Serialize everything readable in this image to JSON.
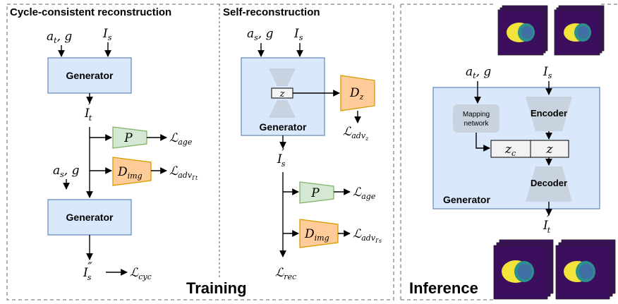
{
  "training": {
    "title": "Training",
    "cycle": {
      "title": "Cycle-consistent reconstruction",
      "input_ag": "a",
      "input_ag_sub": "t",
      "input_ag_tail": ", g",
      "input_is": "I",
      "input_is_sub": "s",
      "generator1": "Generator",
      "it_prime": "I",
      "it_prime_sub": "t",
      "it_prime_mark": "′",
      "p": "P",
      "l_age": "ℒ",
      "l_age_sub": "age",
      "as_g": "a",
      "as_g_sub": "s",
      "as_g_tail": ", g",
      "d_img": "D",
      "d_img_sub": "img",
      "l_adv": "ℒ",
      "l_adv_sub": "adv",
      "l_adv_subsub": "I′t",
      "generator2": "Generator",
      "is_dprime": "I",
      "is_dprime_sub": "s",
      "is_dprime_mark": "″",
      "l_cyc": "ℒ",
      "l_cyc_sub": "cyc"
    },
    "self": {
      "title": "Self-reconstruction",
      "input_ag": "a",
      "input_ag_sub": "s",
      "input_ag_tail": ", g",
      "input_is": "I",
      "input_is_sub": "s",
      "z": "z",
      "generator": "Generator",
      "d_z": "D",
      "d_z_sub": "z",
      "l_advz": "ℒ",
      "l_advz_sub": "adv",
      "l_advz_subsub": "z",
      "is_prime": "I",
      "is_prime_sub": "s",
      "is_prime_mark": "′",
      "p": "P",
      "l_age": "ℒ",
      "l_age_sub": "age",
      "d_img": "D",
      "d_img_sub": "img",
      "l_adv": "ℒ",
      "l_adv_sub": "adv",
      "l_adv_subsub": "I′s",
      "l_rec": "ℒ",
      "l_rec_sub": "rec"
    }
  },
  "inference": {
    "title": "Inference",
    "input_ag": "a",
    "input_ag_sub": "t",
    "input_ag_tail": ", g",
    "input_is": "I",
    "input_is_sub": "s",
    "mapping_line1": "Mapping",
    "mapping_line2": "network",
    "encoder": "Encoder",
    "zc": "z",
    "zc_sub": "c",
    "z": "z",
    "decoder": "Decoder",
    "generator": "Generator",
    "output": "I",
    "output_sub": "t",
    "output_mark": "′"
  },
  "colors": {
    "generator_fill": "#dae8fc",
    "generator_stroke": "#6c8ebf",
    "green_fill": "#d5e8d4",
    "green_stroke": "#82b366",
    "orange_fill": "#ffcc99",
    "orange_stroke": "#d79b00",
    "gray_fill": "#c9d3e0",
    "image_bg": "#3b0f5e",
    "image_yellow": "#f3e33a",
    "image_teal": "#2b8f8c"
  }
}
